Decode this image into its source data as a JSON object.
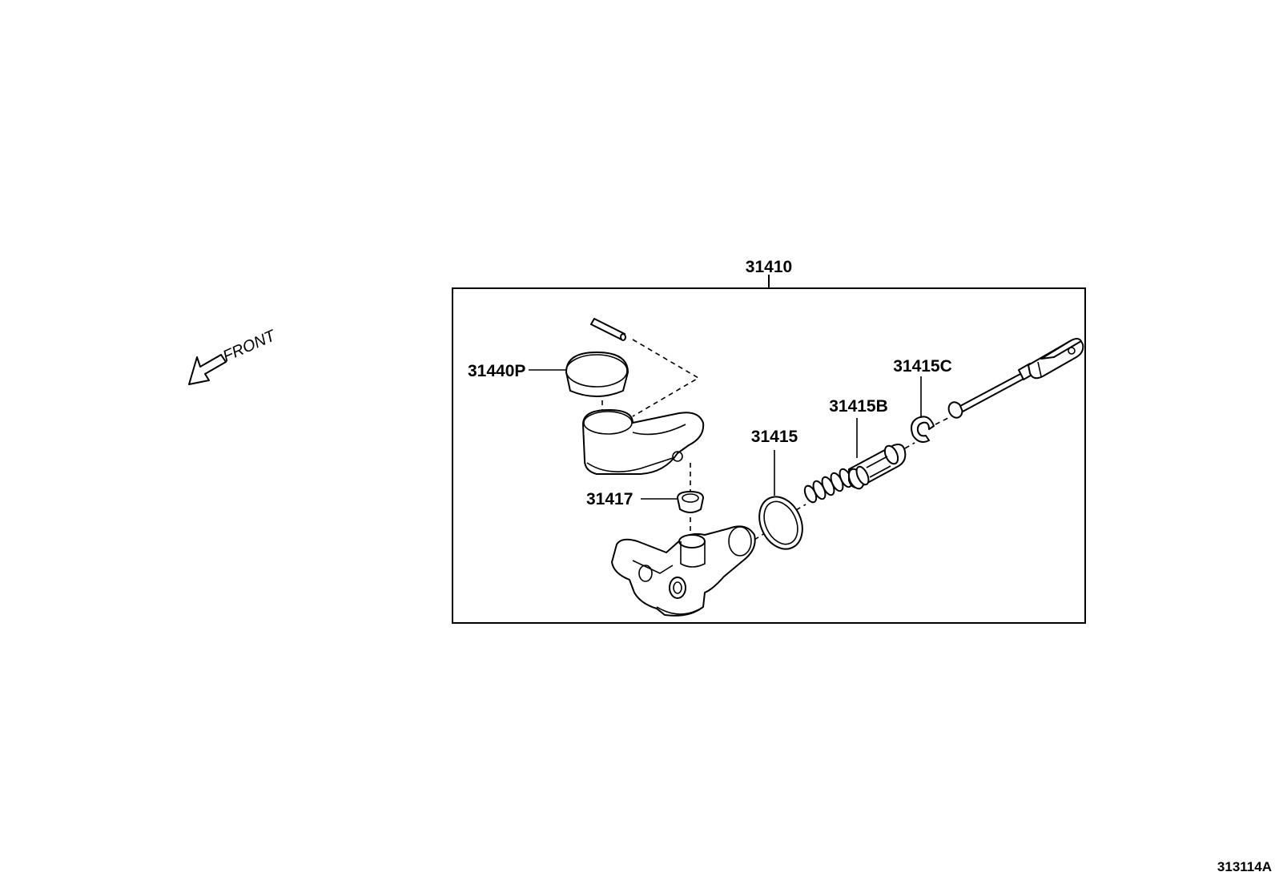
{
  "diagram": {
    "group_label": "31410",
    "front_label": "FRONT",
    "figure_code": "313114A",
    "callouts": {
      "reservoir_cap": "31440P",
      "grommet": "31417",
      "ring_seal": "31415",
      "piston_kit": "31415B",
      "snap_ring": "31415C"
    }
  }
}
